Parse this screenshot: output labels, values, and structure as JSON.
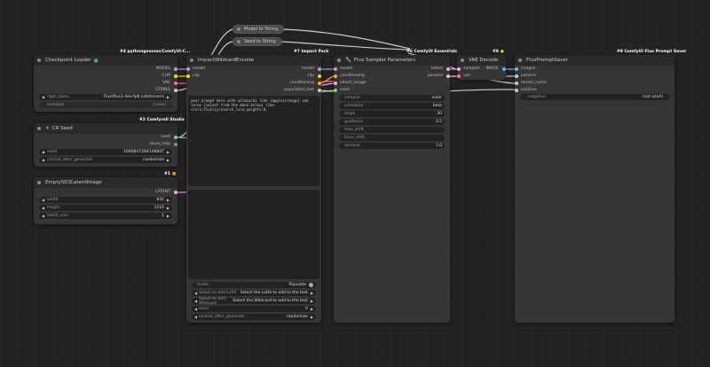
{
  "colors": {
    "model": "#b39ddb",
    "clip": "#ffd500",
    "vae": "#ff6e6e",
    "string": "#cccccc",
    "latent": "#ff9cf9",
    "image": "#64b5f6",
    "conditioning": "#ffa931",
    "int": "#7ed67e",
    "grey": "#888888",
    "green_badge": "#4caf50"
  },
  "string_nodes": [
    {
      "label": "Model to String"
    },
    {
      "label": "Seed to String"
    }
  ],
  "checkpoint": {
    "badge": "#4 pythongosssss/ComfyUI-C...",
    "title": "Checkpoint Loader",
    "outputs": [
      "MODEL",
      "CLIP",
      "VAE",
      "STRING"
    ],
    "ckpt_label": "ckpt_name",
    "ckpt_value": "Flux\\flux1-dev-fp8.safetensors",
    "example_label": "example",
    "example_value": "[none]"
  },
  "crseed": {
    "badge": "#2 Comfyroll Studio",
    "title": "CR Seed",
    "outputs": [
      "seed",
      "show_help"
    ],
    "seed_label": "seed",
    "seed_value": "1046847284148847",
    "control_label": "control_after_generate",
    "control_value": "randomize"
  },
  "latent": {
    "badge": "#1",
    "title": "EmptySD3LatentImage",
    "output": "LATENT",
    "width_label": "width",
    "width_value": "832",
    "height_label": "height",
    "height_value": "1216",
    "batch_label": "batch_size",
    "batch_value": "1"
  },
  "wildcard": {
    "badge": "#7 Impact Pack",
    "title": "ImpactWildcardEncode",
    "inputs": [
      "model",
      "clip"
    ],
    "outputs": [
      "model",
      "clip",
      "conditioning",
      "populated_text"
    ],
    "text": "your prompt here with wildcards like {apple|orange} and loras (select from the menu below) like <lora:Flux\\Lyra\\mrsh_lora_weights:0.",
    "mode_label": "mode",
    "mode_value": "Populate",
    "lora_label": "Select to add LoRA",
    "lora_value": "Select the LoRA to add to the text",
    "wc_label": "Select to add Wildcard",
    "wc_value": "Select the Wildcard to add to the text",
    "seed_label": "seed",
    "seed_value": "0",
    "control_label": "control_after_generate",
    "control_value": "randomize"
  },
  "sampler": {
    "badge": "#6 ComfyUI Essentials",
    "title": "Flux Sampler Parameters",
    "inputs": [
      "model",
      "conditioning",
      "latent_image",
      "seed"
    ],
    "outputs": [
      "latent",
      "params"
    ],
    "widgets": [
      {
        "label": "sampler",
        "value": "euler"
      },
      {
        "label": "scheduler",
        "value": "beta"
      },
      {
        "label": "steps",
        "value": "30"
      },
      {
        "label": "guidance",
        "value": "3.5"
      },
      {
        "label": "max_shift",
        "value": ""
      },
      {
        "label": "base_shift",
        "value": ""
      },
      {
        "label": "denoise",
        "value": "1.0"
      }
    ]
  },
  "vae_decode": {
    "badge": "#8",
    "title": "VAE Decode",
    "inputs": [
      "samples",
      "vae"
    ],
    "output": "IMAGE"
  },
  "saver": {
    "badge": "#9 ComfyUI Flux Prompt Saver",
    "title": "FluxPromptSaver",
    "inputs": [
      "images",
      "params",
      "model_name",
      "positive"
    ],
    "negative_label": "negative",
    "negative_value": "(not used)"
  }
}
